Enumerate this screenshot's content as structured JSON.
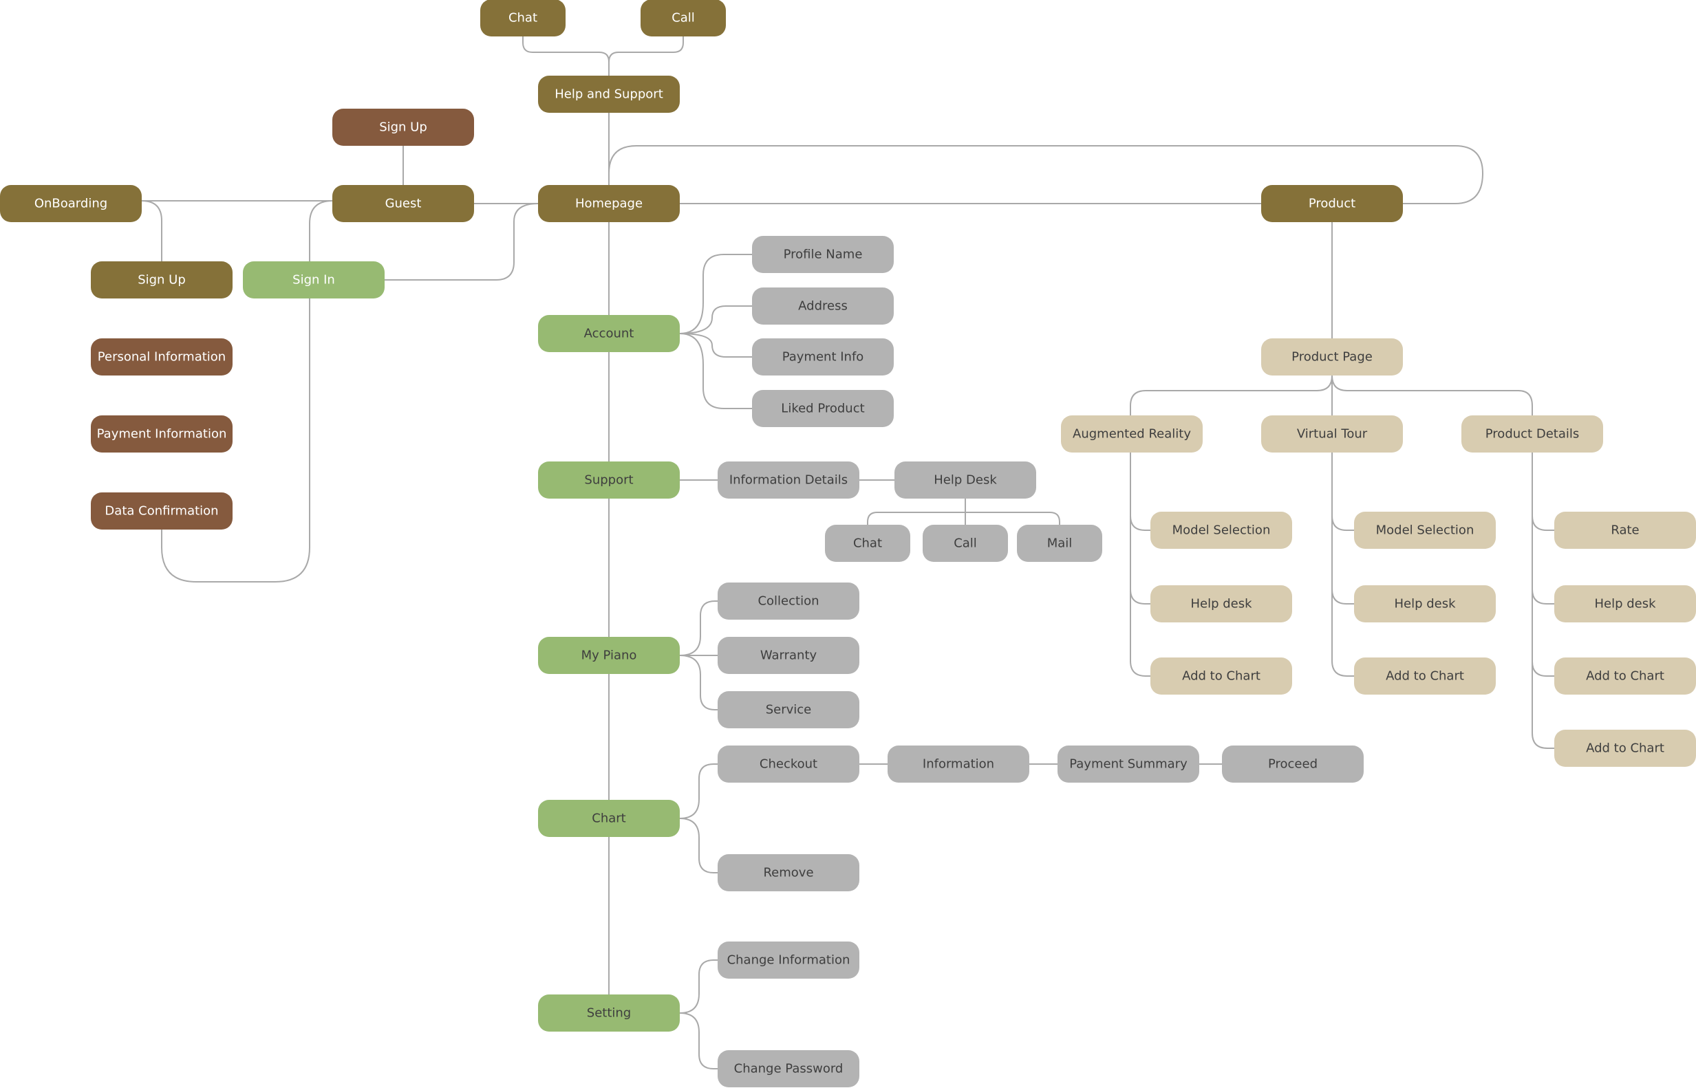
{
  "palette": {
    "olive": "#857139",
    "brown": "#855a3e",
    "green": "#97ba72",
    "gray": "#b3b3b3",
    "beige": "#d8ccb0",
    "text_light": "#ffffff",
    "text_dark": "#3e3e3e",
    "connector": "#a9a9a9"
  },
  "nodes": {
    "chat_top": "Chat",
    "call_top": "Call",
    "help_support": "Help and Support",
    "signup_top": "Sign Up",
    "onboarding": "OnBoarding",
    "guest": "Guest",
    "homepage": "Homepage",
    "product": "Product",
    "signup_left": "Sign Up",
    "signin": "Sign In",
    "personal_info": "Personal Information",
    "payment_information": "Payment Information",
    "data_confirmation": "Data Confirmation",
    "account": "Account",
    "profile_name": "Profile Name",
    "address": "Address",
    "payment_info": "Payment Info",
    "liked_product": "Liked Product",
    "support": "Support",
    "information_details": "Information Details",
    "help_desk": "Help Desk",
    "chat_support": "Chat",
    "call_support": "Call",
    "mail_support": "Mail",
    "my_piano": "My Piano",
    "collection": "Collection",
    "warranty": "Warranty",
    "service": "Service",
    "chart": "Chart",
    "checkout": "Checkout",
    "information": "Information",
    "payment_summary": "Payment Summary",
    "proceed": "Proceed",
    "remove": "Remove",
    "setting": "Setting",
    "change_information": "Change Information",
    "change_password": "Change Password",
    "product_page": "Product Page",
    "augmented_reality": "Augmented Reality",
    "virtual_tour": "Virtual Tour",
    "product_details": "Product Details",
    "ar_model_selection": "Model Selection",
    "ar_help_desk": "Help desk",
    "ar_add_to_chart": "Add to Chart",
    "vt_model_selection": "Model Selection",
    "vt_help_desk": "Help desk",
    "vt_add_to_chart": "Add to Chart",
    "pd_rate": "Rate",
    "pd_help_desk": "Help desk",
    "pd_add_to_chart_1": "Add to Chart",
    "pd_add_to_chart_2": "Add to Chart"
  }
}
